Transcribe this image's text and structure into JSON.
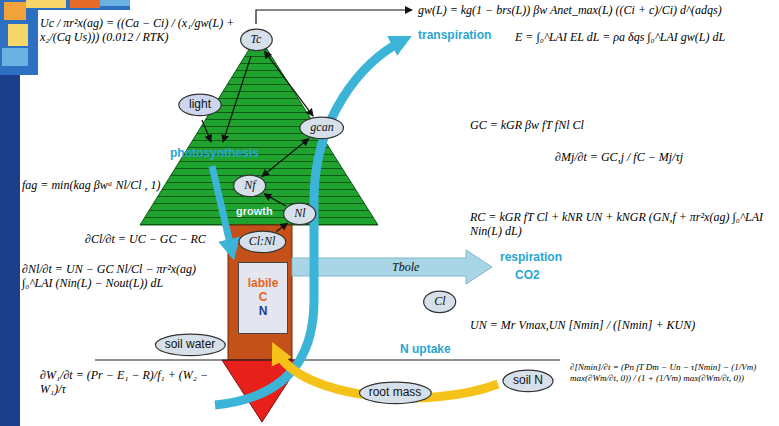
{
  "diagram": {
    "nodes": [
      {
        "text": [
          "Tc"
        ]
      },
      {
        "text": [
          "light"
        ]
      },
      {
        "text": [
          "gcan"
        ]
      },
      {
        "text": [
          "Nf"
        ]
      },
      {
        "text": [
          "Nl"
        ]
      },
      {
        "text": [
          "Cl:Nl"
        ]
      },
      {
        "text": [
          "labile",
          "C",
          "N"
        ]
      },
      {
        "text": [
          "Cl"
        ]
      },
      {
        "text": [
          "soil water"
        ]
      },
      {
        "text": [
          "root mass"
        ]
      },
      {
        "text": [
          "soil N"
        ]
      }
    ],
    "edges": [
      {
        "from": 0,
        "to": 2,
        "arrow": "both"
      },
      {
        "from": 2,
        "to": 3,
        "arrow": "both"
      },
      {
        "from": 4,
        "to": 3,
        "arrow": "to"
      },
      {
        "from": 5,
        "to": 4,
        "arrow": "to"
      }
    ],
    "labels": [
      "Uc / πr²x(ag) = ((Ca − Ci) / (x₁/gw(L) + x₂/(Cq Us))) (0.012 / RTK)",
      "gw(L) = kg(1 − brs(L)) βw Anet_max(L) ((Ci + c)/Ci) d^(adqs)",
      "transpiration",
      "E = ∫₀^LAI EL dL = ρa δqs ∫₀^LAI gw(L) dL",
      "fag = min(kag βwᵃ Nl/Cl , 1)",
      "photosynthesis",
      "growth",
      "GC = kGR βw fT fNl Cl",
      "∂Mj/∂t = GC,j / fC − Mj/τj",
      "∂Cl/∂t = UC − GC − RC",
      "RC = kGR fT Cl + kNR UN + kNGR (GN,f + πr²x(ag) ∫₀^LAI Nin(L) dL)",
      "Tbole",
      "respiration",
      "CO2",
      "∂Nl/∂t = UN − GC Nl/Cl − πr²x(ag) ∫₀^LAI (Nin(L) − Nout(L)) dL",
      "UN = Mr Vmax,UN [Nmin] / ([Nmin] + KUN)",
      "N uptake",
      "∂W₁/∂t = (Pr − E₁ − R)/f₁ + (W₂ − W₁)/τ",
      "∂[Nmin]/∂t = (Pn fT Dm − Un − τ[Nmin] − (1/Vm) max(∂Wm/∂t, 0)) / (1 + (1/Vm) max(∂Wm/∂t, 0))"
    ]
  }
}
